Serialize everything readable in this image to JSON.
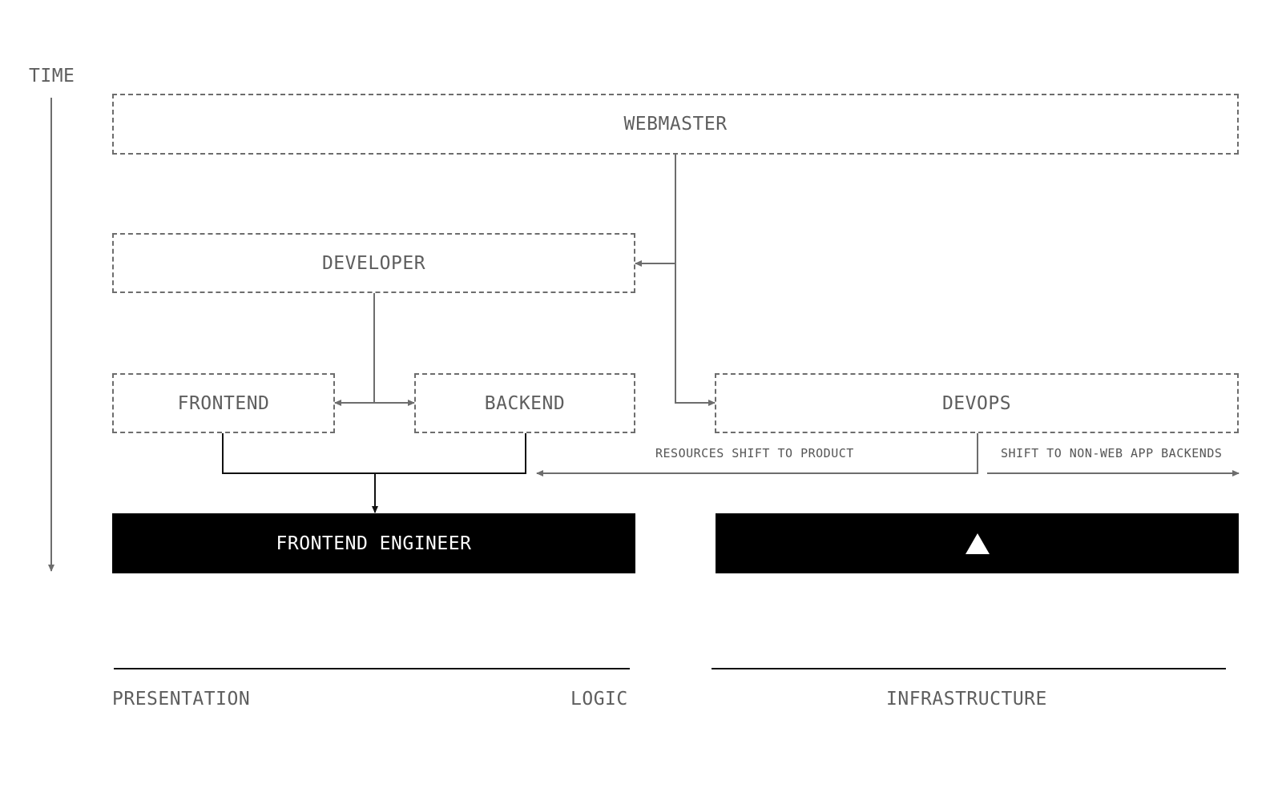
{
  "time_label": "TIME",
  "nodes": {
    "webmaster": "WEBMASTER",
    "developer": "DEVELOPER",
    "frontend": "FRONTEND",
    "backend": "BACKEND",
    "devops": "DEVOPS",
    "frontend_engineer": "FRONTEND ENGINEER"
  },
  "annotations": {
    "resources_shift": "RESOURCES SHIFT TO PRODUCT",
    "shift_backends": "SHIFT TO NON-WEB APP BACKENDS"
  },
  "axis_labels": {
    "presentation": "PRESENTATION",
    "logic": "LOGIC",
    "infrastructure": "INFRASTRUCTURE"
  },
  "colors": {
    "line": "#6d6d6d",
    "dark_line": "#111111",
    "solid_fill": "#000000",
    "text": "#5e5e5e"
  },
  "icons": {
    "infra_box_icon": "triangle-up-icon"
  }
}
